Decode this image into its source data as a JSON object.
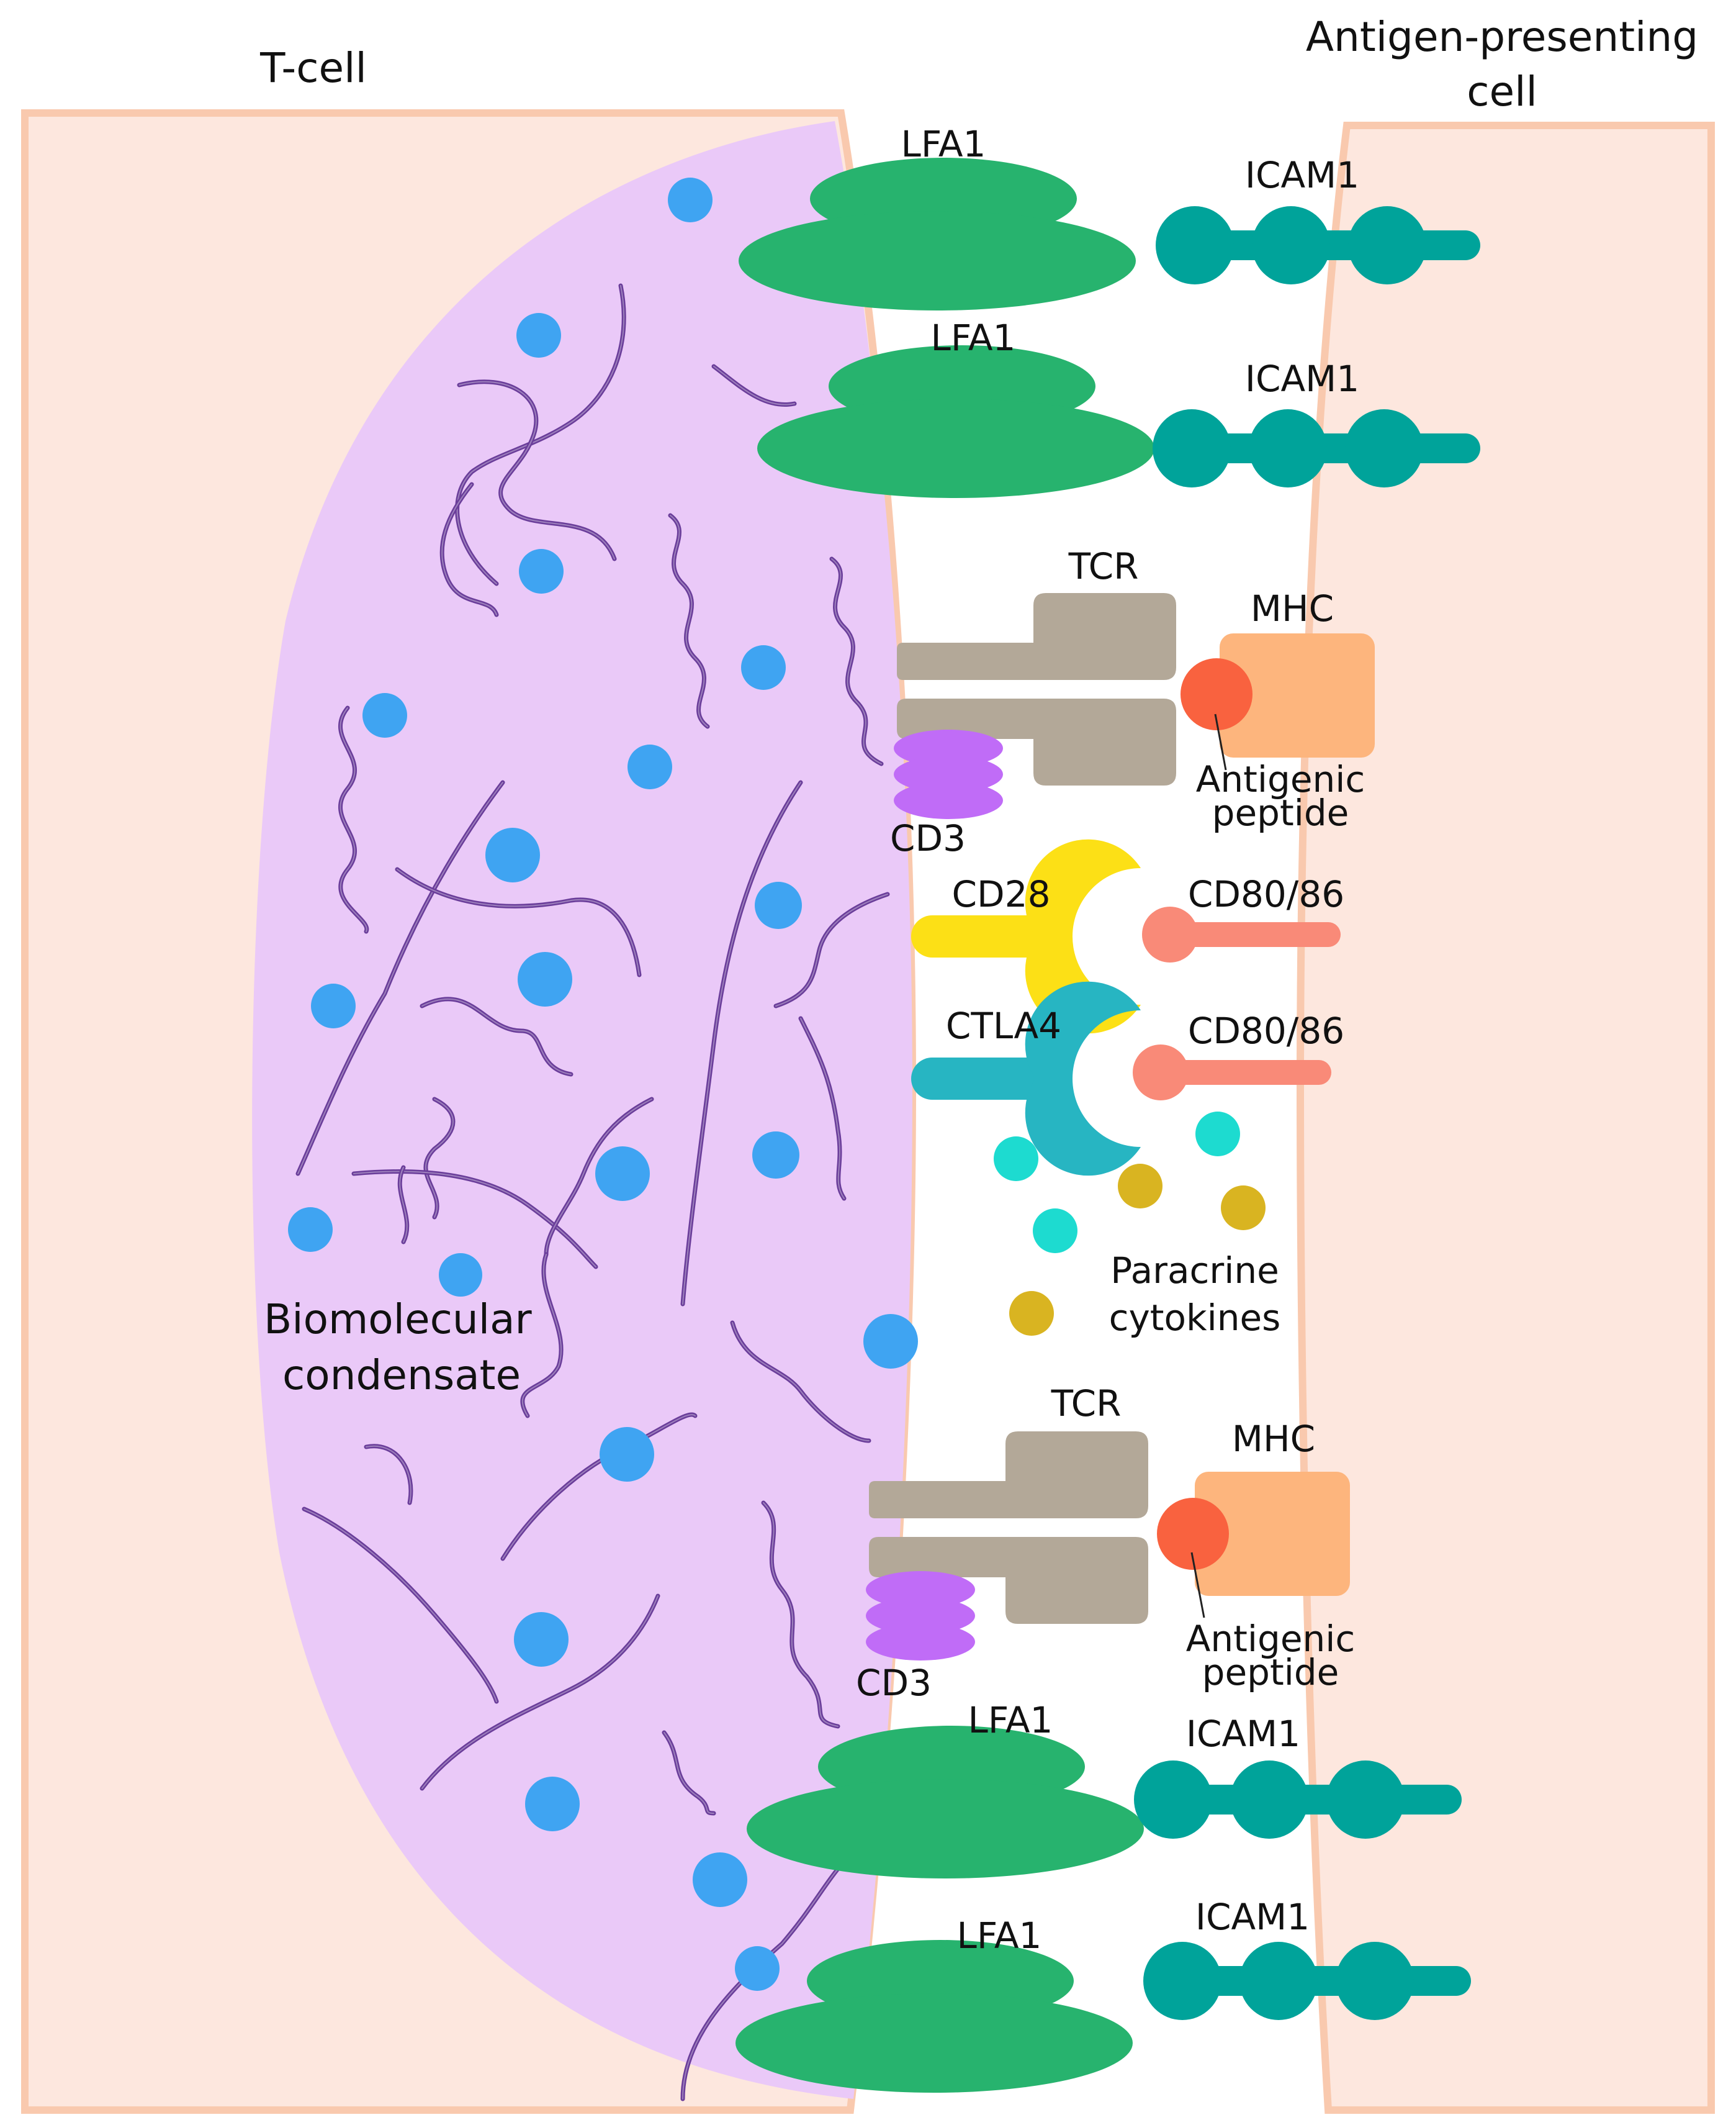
{
  "cells": {
    "t_cell": "T-cell",
    "apc_line1": "Antigen-presenting",
    "apc_line2": "cell"
  },
  "condensate": {
    "line1": "Biomolecular",
    "line2": "condensate"
  },
  "molecules": {
    "lfa1": "LFA1",
    "icam1": "ICAM1",
    "tcr": "TCR",
    "mhc": "MHC",
    "cd3": "CD3",
    "antigenic_line1": "Antigenic",
    "antigenic_line2": "peptide",
    "cd28": "CD28",
    "ctla4": "CTLA4",
    "cd80_86": "CD80/86",
    "paracrine_line1": "Paracrine",
    "paracrine_line2": "cytokines"
  },
  "colors": {
    "cell_fill": "#fde7de",
    "cell_border": "#f9c9ae",
    "condensate": "#eac9f8",
    "filament": "#6a3d9a",
    "blue_dot": "#3fa4f2",
    "lfa1": "#27b36e",
    "icam1": "#00a39a",
    "tcr": "#b3a898",
    "mhc": "#fdb57d",
    "peptide": "#f9623f",
    "cd3": "#c06cf7",
    "cd28": "#fce016",
    "ctla4": "#27b5c2",
    "cd80_86": "#f98a78",
    "cytokine_cyan": "#1ddbd0",
    "cytokine_gold": "#d9b421"
  }
}
